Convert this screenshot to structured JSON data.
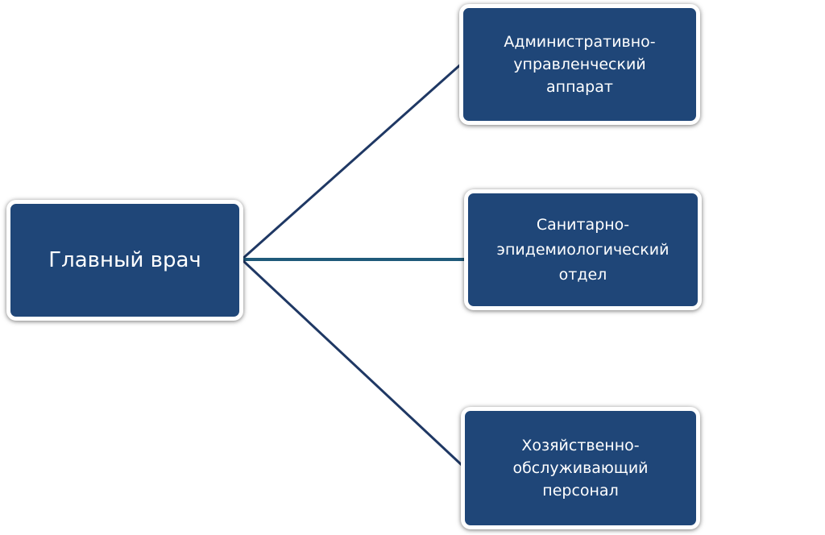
{
  "diagram": {
    "root": {
      "label": "Главный врач"
    },
    "children": [
      {
        "label": "Административно-\nуправленческий\nаппарат"
      },
      {
        "label": "Санитарно-\nэпидемиологический\nотдел"
      },
      {
        "label": "Хозяйственно-\nобслуживающий\nперсонал"
      }
    ],
    "colors": {
      "node_fill": "#1f4678",
      "node_border": "#ffffff",
      "connector": "#1f3864",
      "connector_middle": "#1f5a7a",
      "text": "#ffffff"
    }
  }
}
